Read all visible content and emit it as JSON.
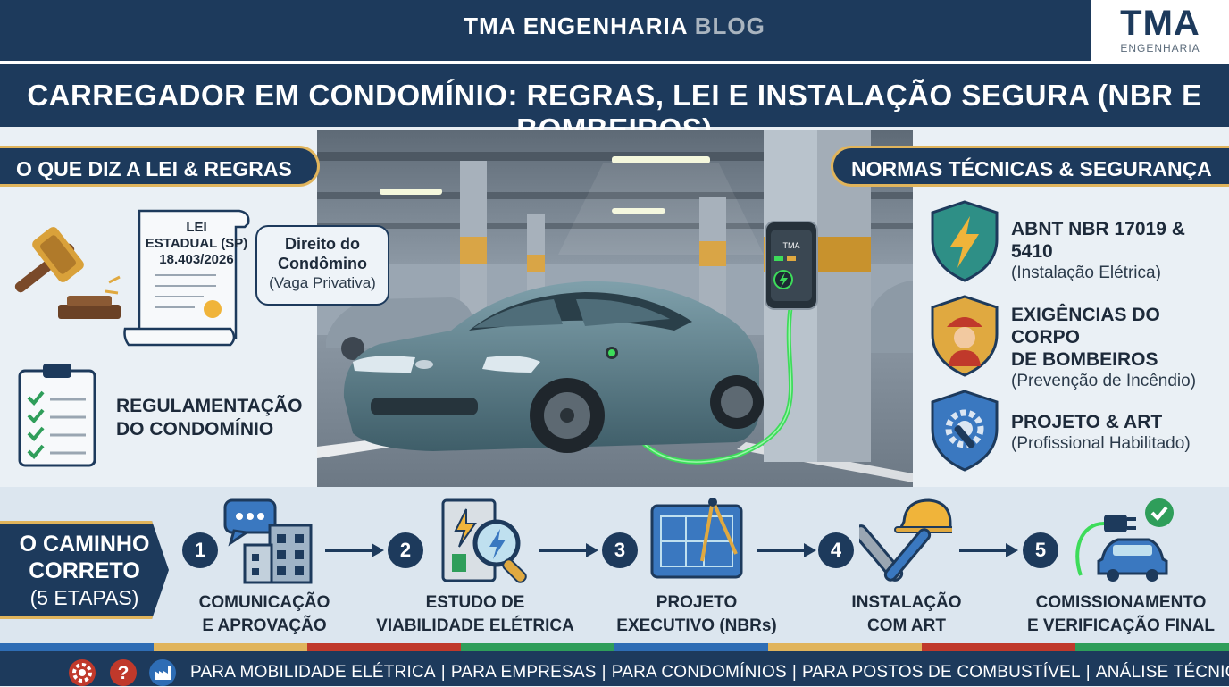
{
  "header": {
    "brand": "TMA ENGENHARIA",
    "brand_suffix": "BLOG",
    "logo_main": "TMA",
    "logo_sub": "ENGENHARIA",
    "title": "CARREGADOR EM CONDOMÍNIO: REGRAS, LEI E INSTALAÇÃO SEGURA (NBR E BOMBEIROS)"
  },
  "left_panel": {
    "heading": "O QUE DIZ A LEI & REGRAS",
    "law_line1": "LEI",
    "law_line2": "ESTADUAL (SP)",
    "law_line3": "18.403/2026",
    "bubble_title_1": "Direito do",
    "bubble_title_2": "Condômino",
    "bubble_sub": "(Vaga Privativa)",
    "reg_line1": "REGULAMENTAÇÃO",
    "reg_line2": "DO CONDOMÍNIO"
  },
  "charger": {
    "brand": "TMA"
  },
  "right_panel": {
    "heading": "NORMAS TÉCNICAS & SEGURANÇA",
    "items": [
      {
        "title": "ABNT NBR 17019 & 5410",
        "title2": "",
        "sub": "(Instalação Elétrica)",
        "icon": "lightning-shield-icon"
      },
      {
        "title": "EXIGÊNCIAS DO CORPO",
        "title2": "DE BOMBEIROS",
        "sub": "(Prevenção de Incêndio)",
        "icon": "firefighter-shield-icon"
      },
      {
        "title": "PROJETO & ART",
        "title2": "",
        "sub": "(Profissional Habilitado)",
        "icon": "gear-wrench-shield-icon"
      }
    ]
  },
  "steps": {
    "heading_1": "O CAMINHO",
    "heading_2": "CORRETO",
    "heading_sub": "(5 ETAPAS)",
    "items": [
      {
        "num": "1",
        "line1": "COMUNICAÇÃO",
        "line2": "E APROVAÇÃO",
        "icon": "building-chat-icon"
      },
      {
        "num": "2",
        "line1": "ESTUDO DE",
        "line2": "VIABILIDADE ELÉTRICA",
        "icon": "magnifier-panel-icon"
      },
      {
        "num": "3",
        "line1": "PROJETO",
        "line2": "EXECUTIVO (NBRs)",
        "icon": "blueprint-compass-icon"
      },
      {
        "num": "4",
        "line1": "INSTALAÇÃO",
        "line2": "COM ART",
        "icon": "tools-helmet-icon"
      },
      {
        "num": "5",
        "line1": "COMISSIONAMENTO",
        "line2": "E VERIFICAÇÃO FINAL",
        "icon": "car-plug-check-icon"
      }
    ]
  },
  "footer": {
    "links": [
      "PARA MOBILIDADE ELÉTRICA",
      "PARA EMPRESAS",
      "PARA CONDOMÍNIOS",
      "PARA POSTOS DE COMBUSTÍVEL",
      "ANÁLISE TÉCNICA TMA"
    ],
    "icons": [
      "gear-icon",
      "question-icon",
      "factory-icon"
    ]
  },
  "colors": {
    "navy": "#1d3a5c",
    "gold": "#e0b45c",
    "charge_green": "#3ddc5a",
    "stripe": [
      "#2e6db5",
      "#e0b45c",
      "#c0392b",
      "#2f9e5a",
      "#2e6db5",
      "#e0b45c",
      "#c0392b",
      "#2f9e5a"
    ]
  }
}
